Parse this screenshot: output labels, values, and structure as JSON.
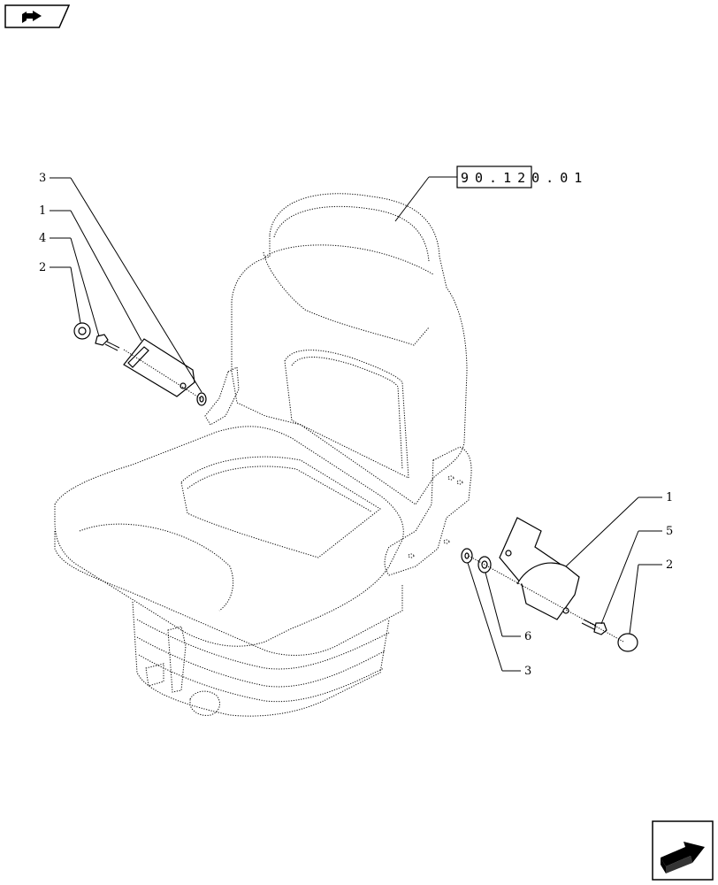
{
  "reference": "90.120.01",
  "callouts": {
    "left_3": "3",
    "left_1": "1",
    "left_4": "4",
    "left_2": "2",
    "right_1": "1",
    "right_5": "5",
    "right_2": "2",
    "bottom_6": "6",
    "bottom_3": "3"
  },
  "icons": {
    "top_left": "previous-page-arrow-icon",
    "bottom_right": "next-page-arrow-icon"
  }
}
